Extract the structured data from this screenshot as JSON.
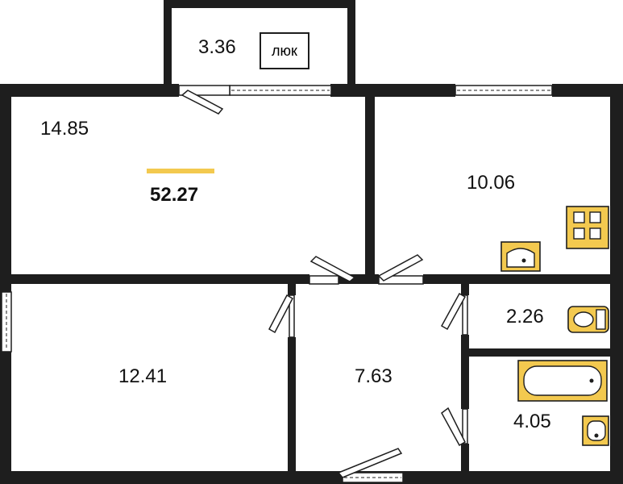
{
  "plan": {
    "total_area": "52.27",
    "accent_color": "#f3c94f",
    "hatch_label": "люк",
    "rooms": [
      {
        "id": "balcony",
        "area": "3.36"
      },
      {
        "id": "living-room",
        "area": "14.85"
      },
      {
        "id": "kitchen",
        "area": "10.06"
      },
      {
        "id": "bedroom",
        "area": "12.41"
      },
      {
        "id": "hallway",
        "area": "7.63"
      },
      {
        "id": "toilet",
        "area": "2.26"
      },
      {
        "id": "bathroom",
        "area": "4.05"
      }
    ]
  }
}
